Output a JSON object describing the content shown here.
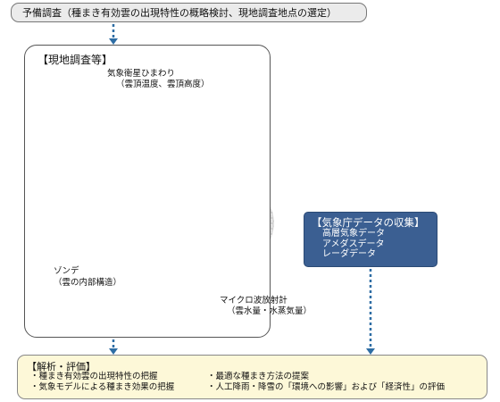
{
  "preliminary": "予備調査（種まき有効雲の出現特性の概略検討、現地調査地点の選定）",
  "field_survey": {
    "title": "【現地調査等】",
    "satellite_label": "気象衛星ひまわり",
    "satellite_sub": "（雲頂温度、雲頂高度）",
    "sonde_label": "ゾンデ",
    "sonde_sub": "（雲の内部構造）",
    "radiometer_label": "マイクロ波放射計",
    "radiometer_sub": "（雲水量・水蒸気量）"
  },
  "jma": {
    "title": "【気象庁データの収集】",
    "items": [
      "高層気象データ",
      "アメダスデータ",
      "レーダデータ"
    ]
  },
  "analysis": {
    "title": "【解析・評価】",
    "left_items": [
      "・種まき有効雲の出現特性の把握",
      "・気象モデルによる種まき効果の把握"
    ],
    "right_items": [
      "・最適な種まき方法の提案",
      "・人工降雨・降雪の「環境への影響」および「経済性」の評価"
    ]
  },
  "colors": {
    "arrow": "#2e6da4",
    "jma_box": "#3b5f92",
    "analysis_box": "#fdf8d8",
    "top_box": "#ebebeb",
    "satellite": "#e8842c",
    "cloud": "#c8c8c8"
  },
  "icons": [
    "satellite-icon",
    "cloud-shape",
    "sonde-balloon-icon",
    "radar-dish-icon",
    "microwave-radiometer-icon"
  ]
}
